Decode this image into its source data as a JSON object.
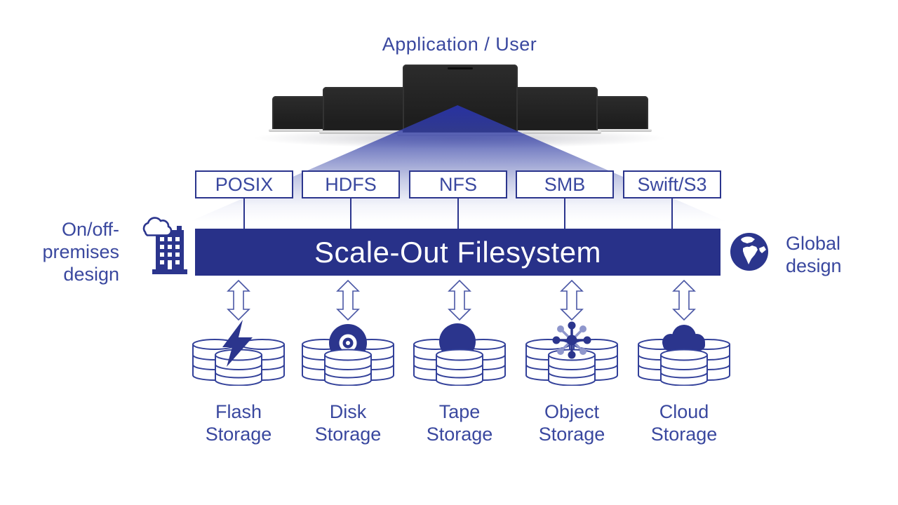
{
  "header": {
    "title": "Application / User"
  },
  "protocols": [
    "POSIX",
    "HDFS",
    "NFS",
    "SMB",
    "Swift/S3"
  ],
  "filesystem_bar": {
    "label": "Scale-Out Filesystem"
  },
  "left_annotation": {
    "lines": [
      "On/off-",
      "premises",
      "design"
    ],
    "icon": "building-cloud-icon"
  },
  "right_annotation": {
    "lines": [
      "Global",
      "design"
    ],
    "icon": "globe-icon"
  },
  "storage_tiers": [
    {
      "line1": "Flash",
      "line2": "Storage",
      "icon": "lightning-bolt-icon"
    },
    {
      "line1": "Disk",
      "line2": "Storage",
      "icon": "disk-platter-icon"
    },
    {
      "line1": "Tape",
      "line2": "Storage",
      "icon": "tape-reel-icon"
    },
    {
      "line1": "Object",
      "line2": "Storage",
      "icon": "object-network-icon"
    },
    {
      "line1": "Cloud",
      "line2": "Storage",
      "icon": "cloud-icon"
    }
  ],
  "colors": {
    "bar_blue": "#283189",
    "icon_blue": "#2B358D",
    "text_blue": "#3A489F",
    "outline_blue": "#33419A",
    "light_node": "#8E96CC",
    "beam_blue": "#2832A4"
  }
}
